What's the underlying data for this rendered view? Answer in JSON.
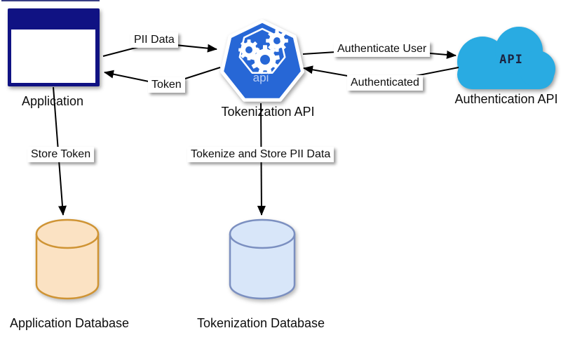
{
  "colors": {
    "arrow": "#000000",
    "window_navy": "#101283",
    "api_blue": "#2767d6",
    "api_icon_text": "#b9cdf3",
    "cloud_cyan": "#29abe2",
    "cloud_text": "#1c2340",
    "app_db_fill": "#fbe2c3",
    "app_db_stroke": "#cf9434",
    "token_db_fill": "#d8e6f9",
    "token_db_stroke": "#7b8fc0"
  },
  "nodes": {
    "application": {
      "label": "Application"
    },
    "tokenization_api": {
      "label": "Tokenization API",
      "icon_text": "api"
    },
    "authentication_api": {
      "label": "Authentication API",
      "icon_text": "API"
    },
    "application_database": {
      "label": "Application Database"
    },
    "tokenization_database": {
      "label": "Tokenization Database"
    }
  },
  "edges": {
    "pii_data": {
      "label": "PII Data",
      "from": "Application",
      "to": "Tokenization API"
    },
    "token": {
      "label": "Token",
      "from": "Tokenization API",
      "to": "Application"
    },
    "authenticate_user": {
      "label": "Authenticate User",
      "from": "Tokenization API",
      "to": "Authentication API"
    },
    "authenticated": {
      "label": "Authenticated",
      "from": "Authentication API",
      "to": "Tokenization API"
    },
    "store_token": {
      "label": "Store Token",
      "from": "Application",
      "to": "Application Database"
    },
    "tokenize_store": {
      "label": "Tokenize and Store PII Data",
      "from": "Tokenization API",
      "to": "Tokenization Database"
    }
  }
}
